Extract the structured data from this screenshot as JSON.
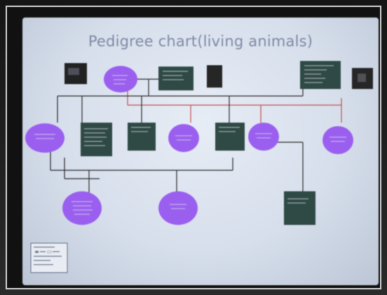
{
  "title": "Pedigree chart(living animals)",
  "node_fill_female": "#9b5ff0",
  "node_fill_male": "#2f4a45",
  "line_color": "#2b2b2b",
  "red_line_color": "#c0504d",
  "photo_icon": "photo-thumbnail",
  "legend_icon": "legend-box"
}
